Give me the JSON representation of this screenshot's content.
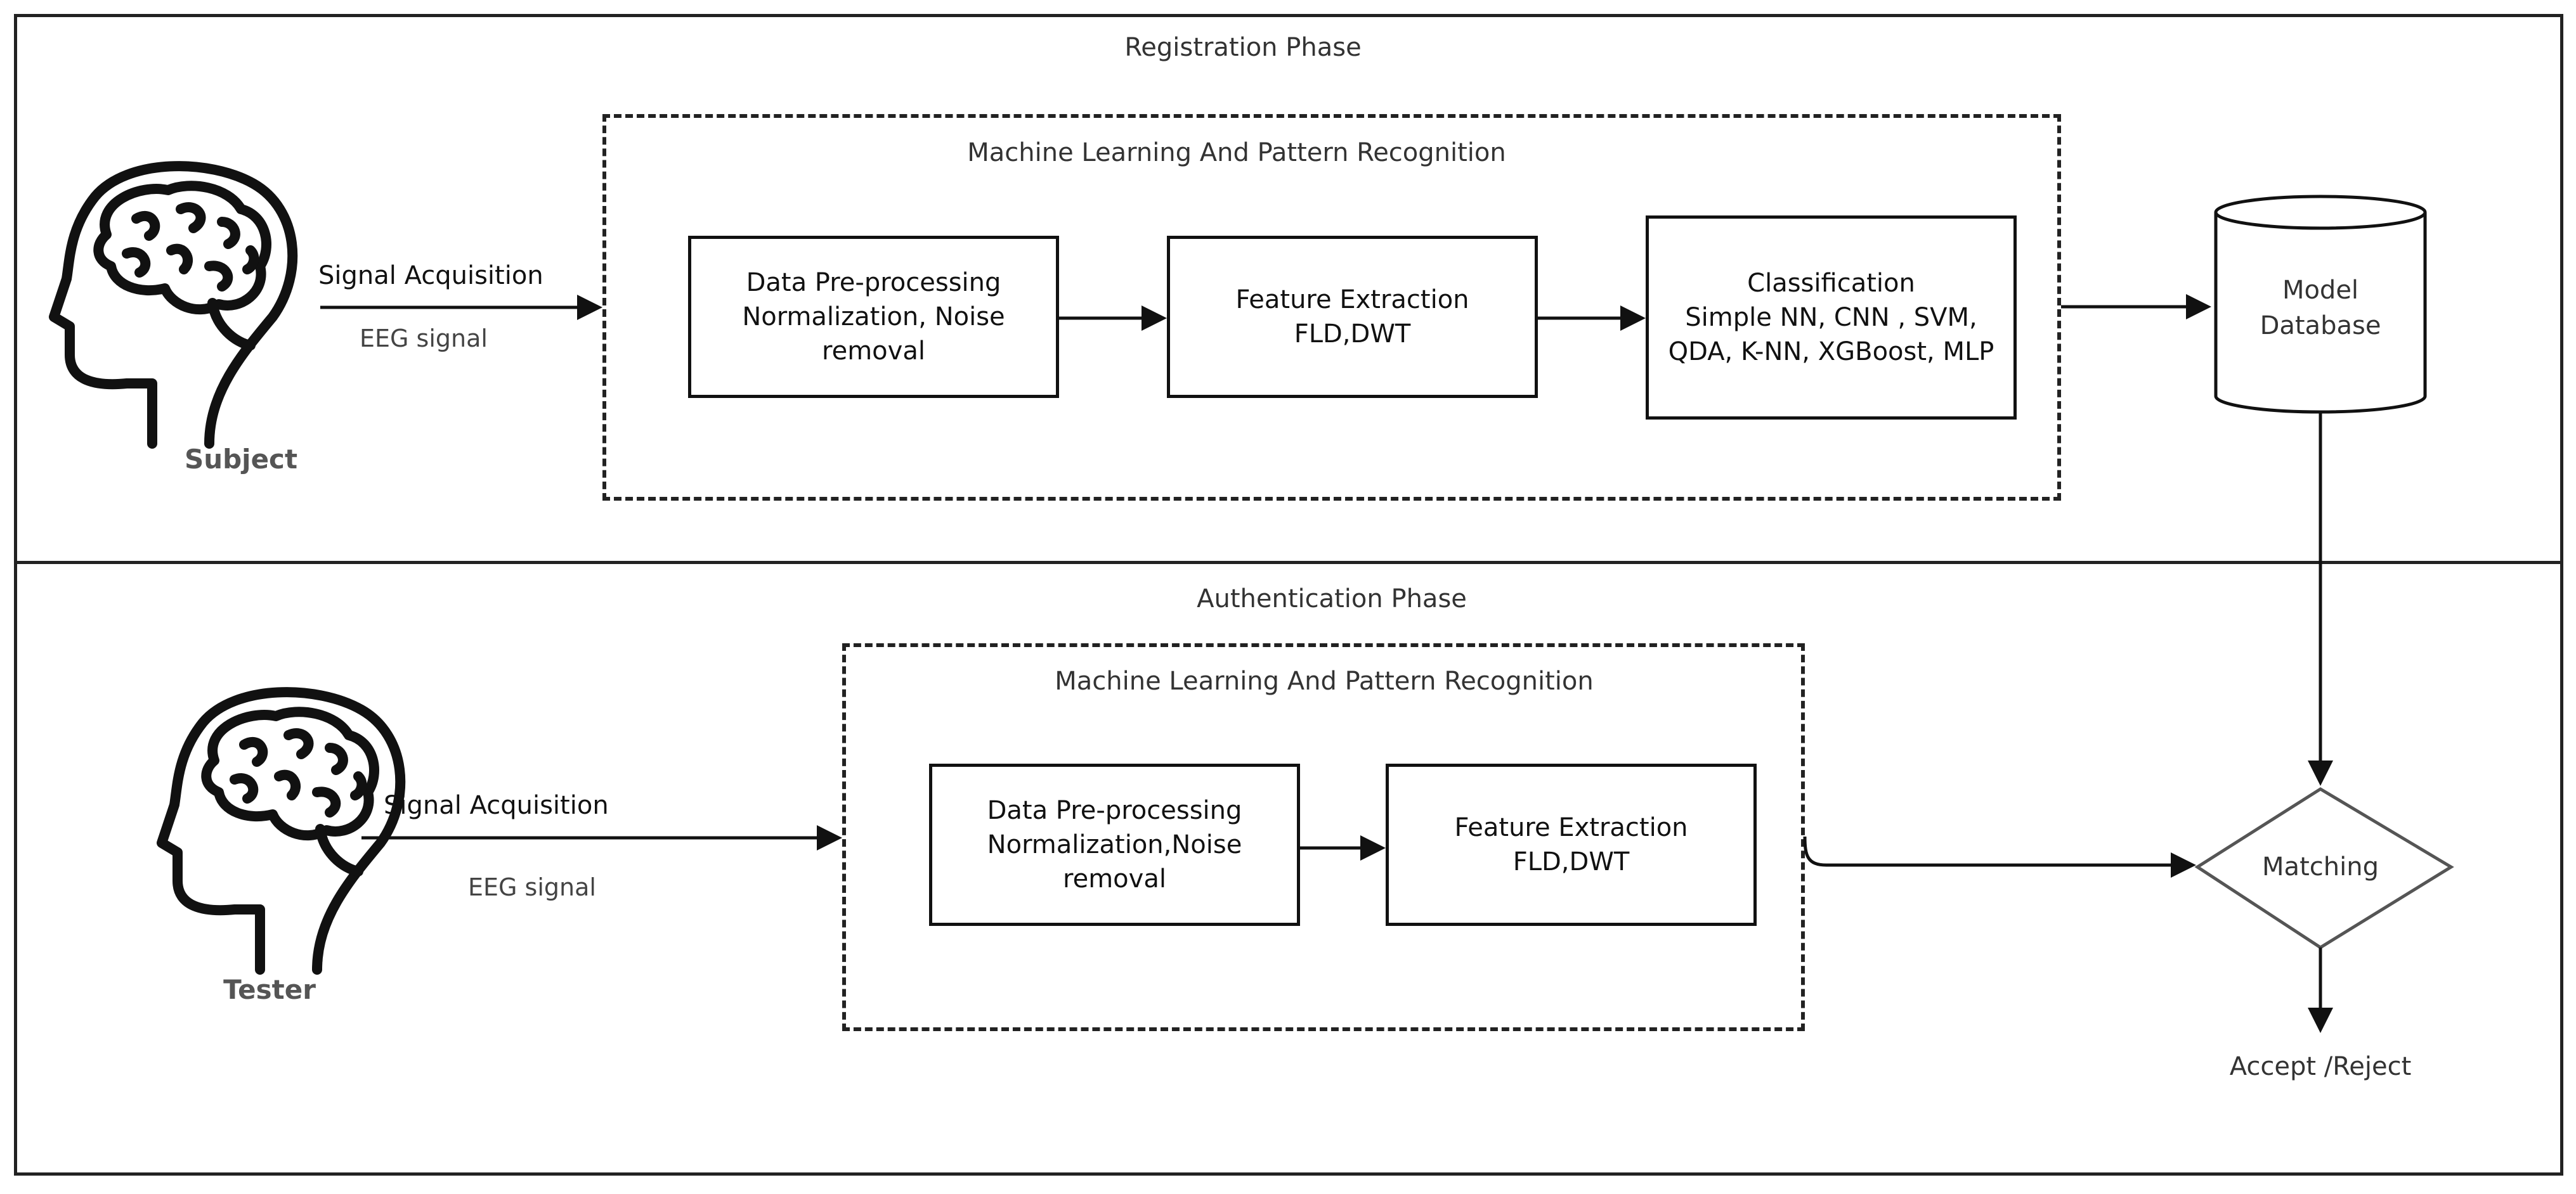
{
  "registration": {
    "phase_title": "Registration Phase",
    "ml_title": "Machine Learning And Pattern Recognition",
    "person_label": "Subject",
    "signal_label": "Signal Acquisition",
    "eeg_label": "EEG signal",
    "preprocessing": {
      "line1": "Data Pre-processing",
      "line2": "Normalization, Noise",
      "line3": "removal"
    },
    "feature": {
      "line1": "Feature Extraction",
      "line2": "FLD,DWT"
    },
    "classification": {
      "line1": "Classification",
      "line2": "Simple NN, CNN , SVM,",
      "line3": "QDA, K-NN, XGBoost, MLP"
    },
    "database": {
      "line1": "Model",
      "line2": "Database"
    }
  },
  "authentication": {
    "phase_title": "Authentication Phase",
    "ml_title": "Machine Learning And Pattern Recognition",
    "person_label": "Tester",
    "signal_label": "Signal Acquisition",
    "eeg_label": "EEG signal",
    "preprocessing": {
      "line1": "Data Pre-processing",
      "line2": "Normalization,Noise",
      "line3": "removal"
    },
    "feature": {
      "line1": "Feature Extraction",
      "line2": "FLD,DWT"
    },
    "matching": "Matching",
    "output": "Accept /Reject"
  }
}
